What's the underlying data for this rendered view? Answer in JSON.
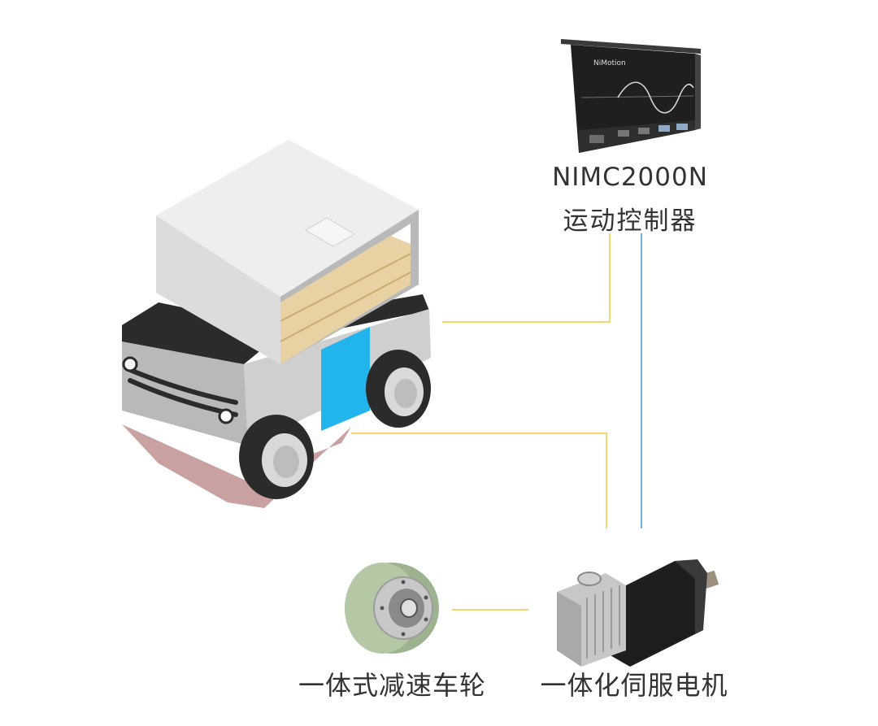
{
  "components": {
    "controller": {
      "model": "NIMC2000N",
      "name": "运动控制器",
      "brand_logo": "NiMotion"
    },
    "motor": {
      "name": "一体化伺服电机"
    },
    "wheel": {
      "name": "一体式减速车轮"
    }
  },
  "colors": {
    "connector_yellow": "#f2c744",
    "connector_blue": "#3a9ad9",
    "agv_gray_light": "#dcdcdc",
    "agv_gray_mid": "#b9b9b9",
    "agv_black": "#2b2b2b",
    "cargo_tan": "#e8d2a4",
    "panel_blue": "#22b4ec",
    "shadow_pink": "#c9a1a1",
    "wheel_green": "#9db38f"
  }
}
